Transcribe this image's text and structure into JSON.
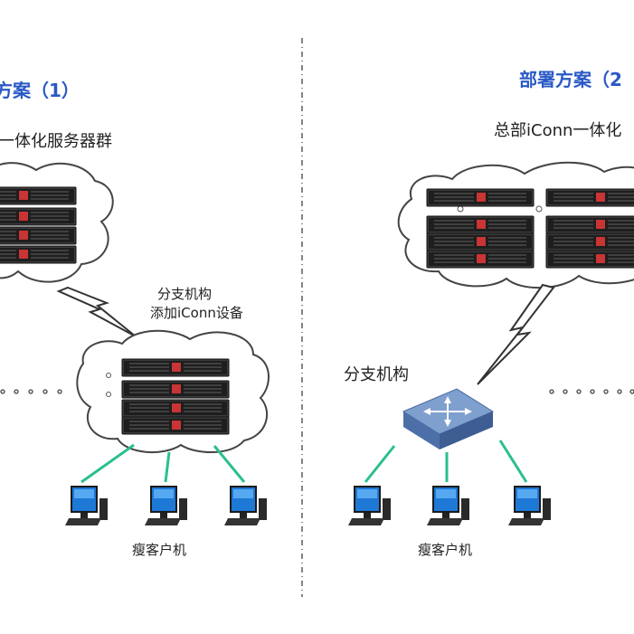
{
  "left_panel": {
    "title": "方案（1）",
    "server_group_label": "一体化服务器群",
    "branch_label_line1": "分支机构",
    "branch_label_line2": "添加iConn设备",
    "clients_label": "瘦客户机"
  },
  "right_panel": {
    "title": "部署方案（2",
    "server_group_label": "总部iConn一体化",
    "branch_label": "分支机构",
    "clients_label": "瘦客户机"
  },
  "colors": {
    "title": "#2a59c6",
    "link_line": "#2bbf8e",
    "router_top": "#7f9fcf",
    "server_body": "#2a2a2a",
    "server_led": "#d03a3a"
  }
}
